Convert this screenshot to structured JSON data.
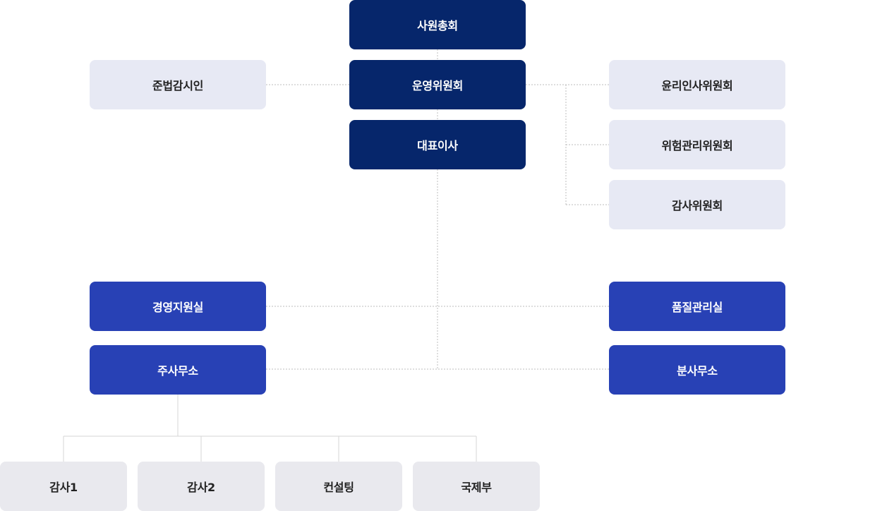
{
  "org": {
    "general_meeting": "사원총회",
    "operating_committee": "운영위원회",
    "ceo": "대표이사",
    "compliance_officer": "준법감시인",
    "ethics_committee": "윤리인사위원회",
    "risk_committee": "위험관리위원회",
    "audit_committee": "감사위원회",
    "management_support": "경영지원실",
    "quality_management": "품질관리실",
    "main_office": "주사무소",
    "branch_office": "분사무소",
    "audit1": "감사1",
    "audit2": "감사2",
    "consulting": "컨설팅",
    "international": "국제부"
  },
  "colors": {
    "navy": "#06266b",
    "blue": "#2841b5",
    "lavender": "#e7e9f4",
    "grey": "#e9e9ee",
    "dotted_line": "#bdbdbd",
    "solid_line": "#d6d6d6"
  }
}
